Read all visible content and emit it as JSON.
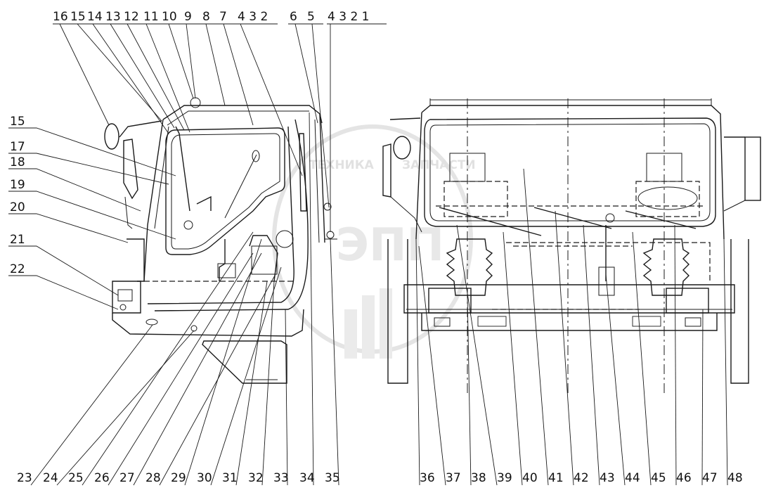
{
  "watermark": {
    "logo_text": "ЭПП",
    "text_left": "ТЕХНИКА",
    "text_right": "ЗАПЧАСТИ"
  },
  "labels_top_left": {
    "n16": "16",
    "n15": "15",
    "n14": "14",
    "n13": "13",
    "n12": "12",
    "n11": "11",
    "n10": "10",
    "n9": "9",
    "n8": "8",
    "n7": "7",
    "g1": "4 3 2",
    "n6": "6",
    "n5": "5",
    "g2": "4 3 2 1"
  },
  "labels_side": {
    "n15": "15",
    "n17": "17",
    "n18": "18",
    "n19": "19",
    "n20": "20",
    "n21": "21",
    "n22": "22"
  },
  "labels_bottom_left": [
    "23",
    "24",
    "25",
    "26",
    "27",
    "28",
    "29",
    "30",
    "31",
    "32",
    "33",
    "34",
    "35"
  ],
  "labels_bottom_right": [
    "36",
    "37",
    "38",
    "39",
    "40",
    "41",
    "42",
    "43",
    "44",
    "45",
    "46",
    "47",
    "48"
  ]
}
